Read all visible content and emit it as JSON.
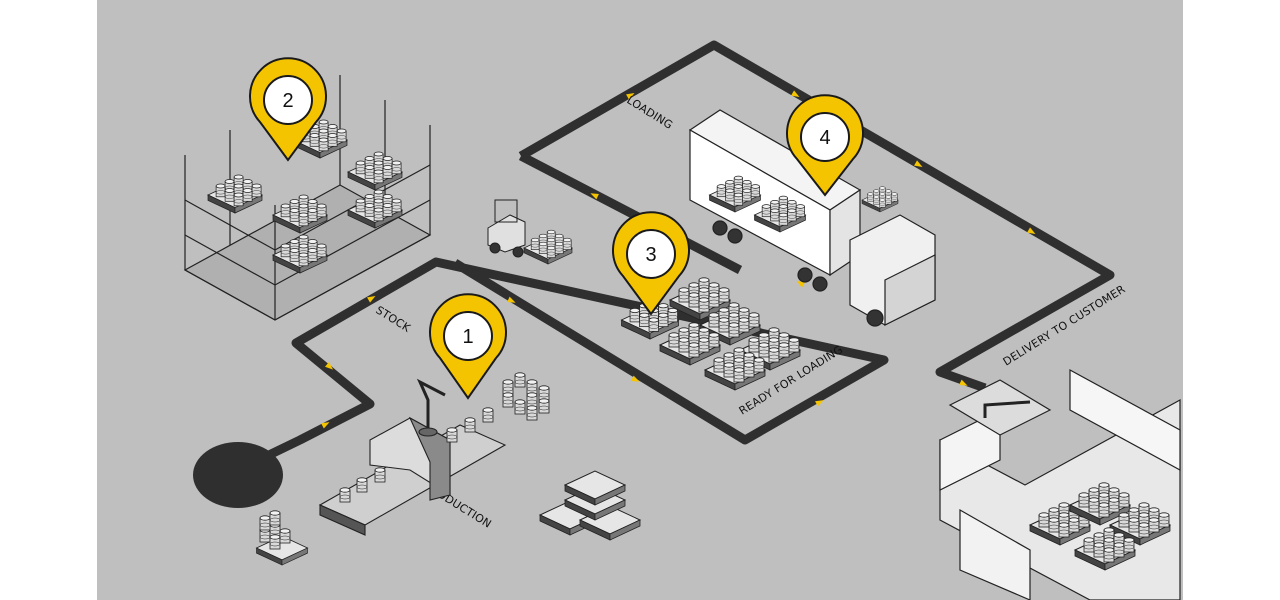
{
  "colors": {
    "canvas": "#bfbfbf",
    "floor": "#c7c7c7",
    "road": "#2f2f2f",
    "arrow": "#f5c400",
    "pin": "#f5c400",
    "pin_outline": "#1a1a1a"
  },
  "path_labels": {
    "stock": "STOCK",
    "loading": "LOADING",
    "ready": "READY FOR LOADING",
    "delivery": "DELIVERY TO CUSTOMER",
    "production": "PRODUCTION"
  },
  "markers": [
    {
      "id": "production",
      "number": "1"
    },
    {
      "id": "stock",
      "number": "2"
    },
    {
      "id": "ready-for-loading",
      "number": "3"
    },
    {
      "id": "loading",
      "number": "4"
    }
  ]
}
